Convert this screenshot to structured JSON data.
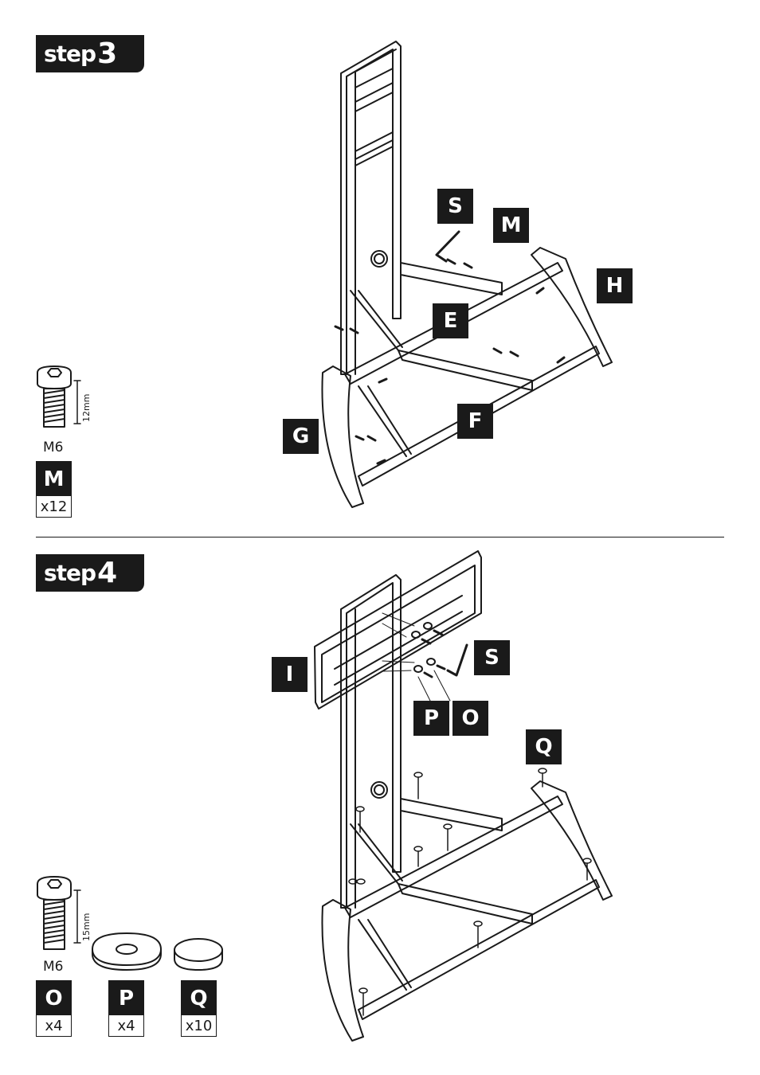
{
  "step3": {
    "word": "step",
    "number": "3",
    "labels": {
      "S": "S",
      "M": "M",
      "H": "H",
      "E": "E",
      "F": "F",
      "G": "G"
    },
    "hardware": {
      "size": "M6",
      "length": "12mm",
      "code": "M",
      "qty": "x12"
    }
  },
  "step4": {
    "word": "step",
    "number": "4",
    "labels": {
      "I": "I",
      "S": "S",
      "P": "P",
      "O": "O",
      "Q": "Q"
    },
    "hardware": {
      "bolt": {
        "size": "M6",
        "length": "15mm",
        "code": "O",
        "qty": "x4"
      },
      "washer": {
        "code": "P",
        "qty": "x4"
      },
      "cap": {
        "code": "Q",
        "qty": "x10"
      }
    }
  }
}
